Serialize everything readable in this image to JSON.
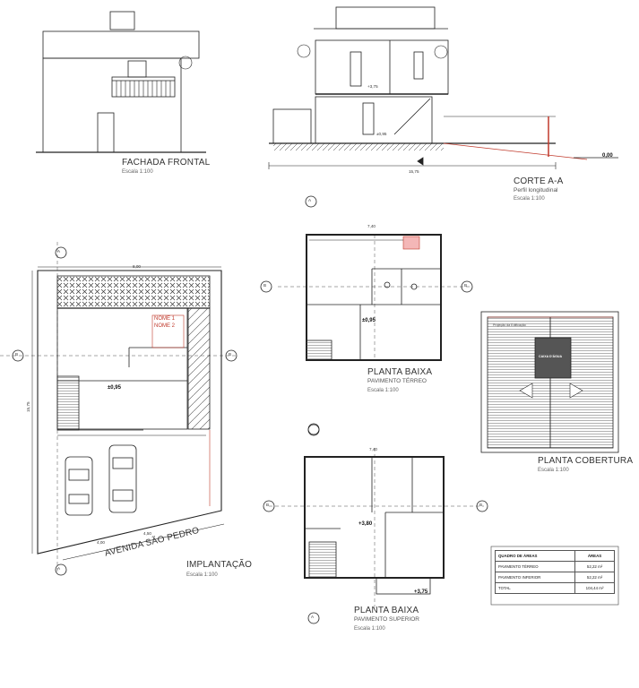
{
  "drawings": {
    "fachada": {
      "title": "FACHADA FRONTAL",
      "scale": "Escala 1:100"
    },
    "corte": {
      "title": "CORTE A-A",
      "subtitle": "Perfil longitudinal",
      "scale": "Escala 1:100"
    },
    "implantacao": {
      "title": "IMPLANTAÇÃO",
      "scale": "Escala 1:100",
      "street": "AVENIDA SÃO PEDRO"
    },
    "terreo": {
      "title": "PLANTA BAIXA",
      "subtitle": "PAVIMENTO TÉRREO",
      "scale": "Escala 1:100"
    },
    "superior": {
      "title": "PLANTA BAIXA",
      "subtitle": "PAVIMENTO SUPERIOR",
      "scale": "Escala 1:100"
    },
    "cobertura": {
      "title": "PLANTA COBERTURA",
      "scale": "Escala 1:100",
      "water_tank": "CAIXA D'ÁGUA",
      "projection": "Projeção da Edificação"
    }
  },
  "levels": {
    "ground": "±0,95",
    "upper": "+3,80",
    "upper_b": "+3,75",
    "corte_upper": "+3,75",
    "corte_ground": "±0,95",
    "street": "0,00"
  },
  "dims": {
    "corte_width": "15,75",
    "impl_width": "8,00",
    "impl_height": "15,75",
    "terreo_width": "7,40",
    "superior_width": "7,40",
    "impl_front_a": "4,00",
    "impl_front_b": "4,50"
  },
  "sections": {
    "A": "A",
    "B": "B"
  },
  "names": {
    "n1": "NOME 1",
    "n2": "NOME 2"
  },
  "area_table": {
    "header": {
      "label": "QUADRO DE ÁREAS",
      "value": "ÁREAS"
    },
    "rows": [
      {
        "label": "PAVIMENTO TÉRREO",
        "value": "52,22 m²"
      },
      {
        "label": "PAVIMENTO INFERIOR",
        "value": "52,22 m²"
      },
      {
        "label": "TOTAL",
        "value": "104,44 m²"
      }
    ]
  },
  "colors": {
    "line": "#222222",
    "accent_red": "#c0392b",
    "hatch": "#555555"
  }
}
